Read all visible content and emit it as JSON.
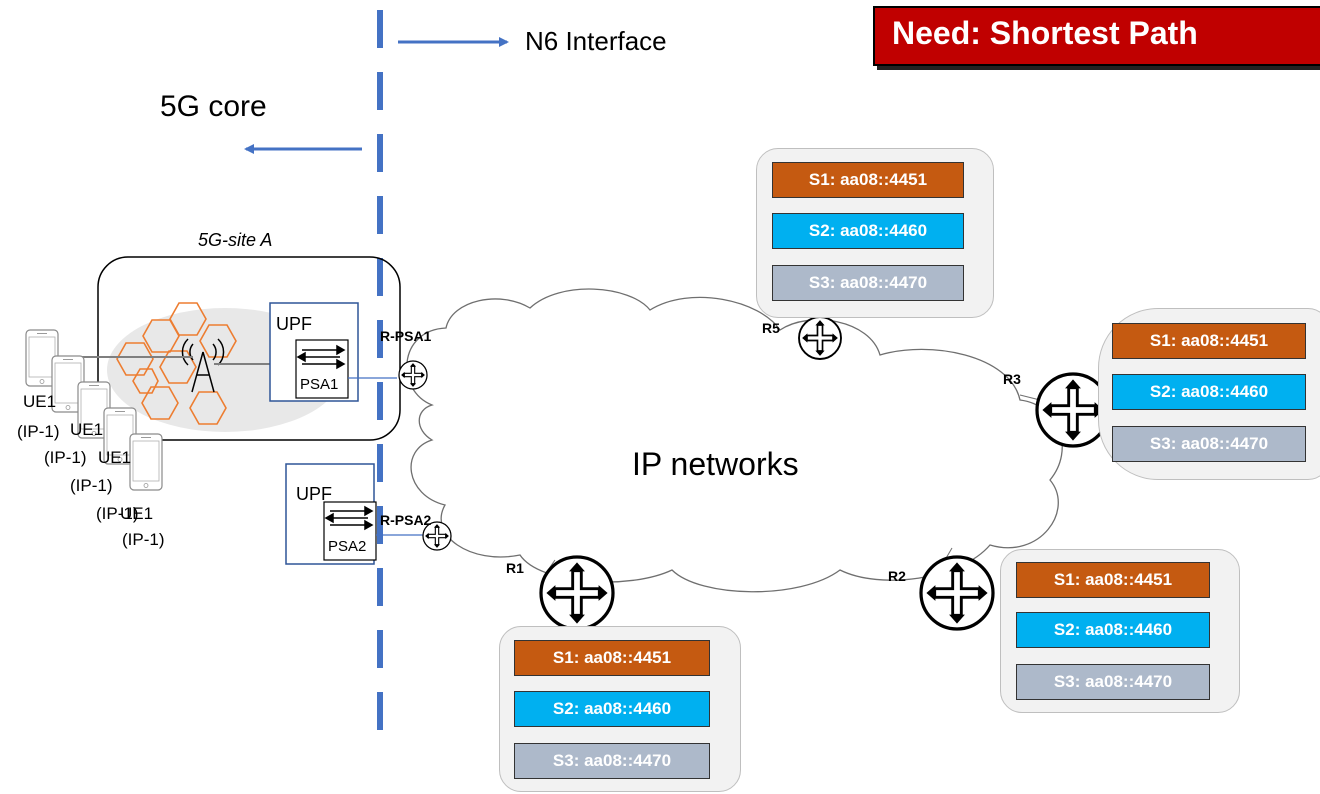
{
  "title": "Need: Shortest Path",
  "n6_interface": "N6 Interface",
  "core_label": "5G core",
  "site_label": "5G-site A",
  "cloud_label": "IP networks",
  "upf1": {
    "label": "UPF",
    "psa": "PSA1"
  },
  "upf2": {
    "label": "UPF",
    "psa": "PSA2"
  },
  "routers": {
    "r_psa1": "R-PSA1",
    "r_psa2": "R-PSA2",
    "r1": "R1",
    "r2": "R2",
    "r3": "R3",
    "r5": "R5"
  },
  "ue_label": "UE1",
  "ue_ip": "(IP-1)",
  "services": {
    "s1": "S1: aa08::4451",
    "s2": "S2: aa08::4460",
    "s3": "S3: aa08::4470"
  },
  "colors": {
    "title_bg": "#c00000",
    "n6_line": "#4472c4",
    "s1": "#c55a11",
    "s2": "#00b0f0",
    "s3": "#adb9ca",
    "hexagon": "#ed7d31"
  }
}
